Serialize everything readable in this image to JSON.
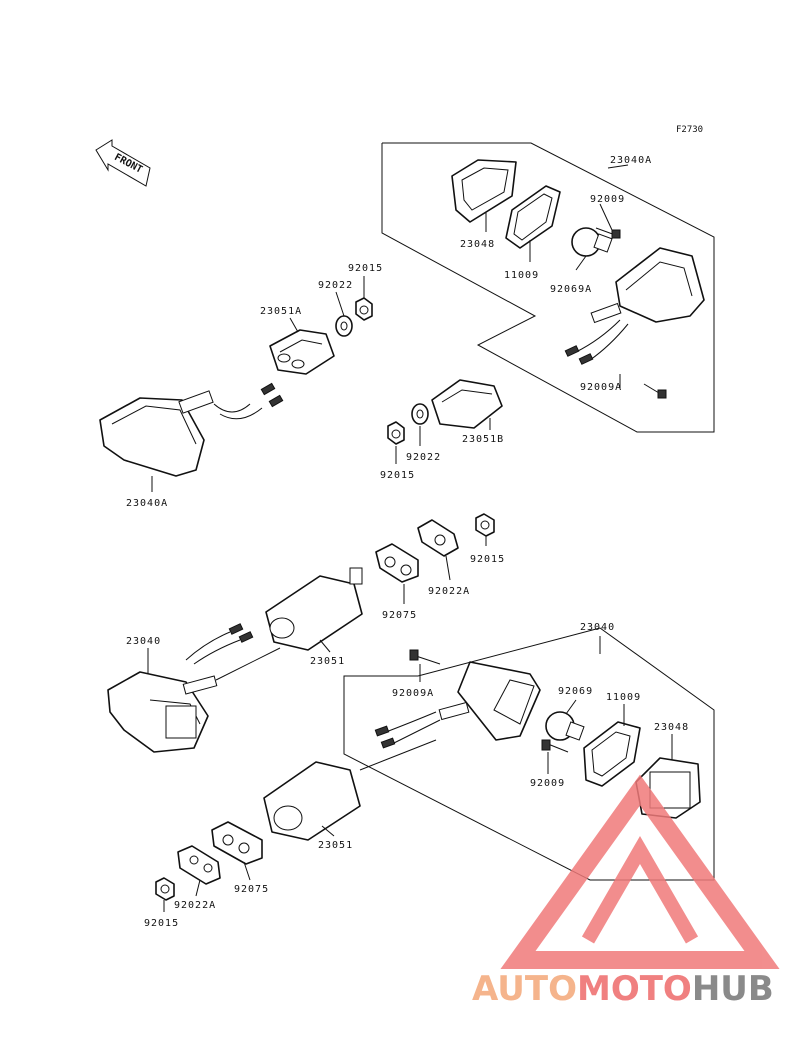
{
  "figure_code": "F2730",
  "front_label": "FRONT",
  "labels": {
    "l_23040A_top": "23040A",
    "l_92009_top": "92009",
    "l_23048_top": "23048",
    "l_11009_top": "11009",
    "l_92069A": "92069A",
    "l_92009A_top": "92009A",
    "l_92015_a": "92015",
    "l_92022_a": "92022",
    "l_23051A": "23051A",
    "l_23040A_left": "23040A",
    "l_92022_b": "92022",
    "l_23051B": "23051B",
    "l_92015_b": "92015",
    "l_92015_c": "92015",
    "l_92022A_a": "92022A",
    "l_92075_a": "92075",
    "l_23051_a": "23051",
    "l_23040": "23040",
    "l_23040_right": "23040",
    "l_92009A_b": "92009A",
    "l_92069": "92069",
    "l_11009_b": "11009",
    "l_23048_b": "23048",
    "l_92009_b": "92009",
    "l_23051_b": "23051",
    "l_92075_b": "92075",
    "l_92022A_b": "92022A",
    "l_92015_d": "92015"
  },
  "watermark": {
    "part1": "AUTO",
    "part2": "MOTO",
    "part3": "HUB",
    "color1": "#f5b48c",
    "color2": "#f08080",
    "color3": "#8a8a8a",
    "triangle_color": "#f07a7a"
  }
}
